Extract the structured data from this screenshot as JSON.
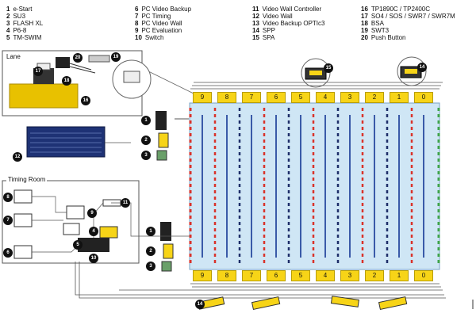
{
  "legend": [
    {
      "num": "1",
      "label": "e-Start"
    },
    {
      "num": "2",
      "label": "SU3"
    },
    {
      "num": "3",
      "label": "FLASH XL"
    },
    {
      "num": "4",
      "label": "P6-8"
    },
    {
      "num": "5",
      "label": "TM-SWIM"
    },
    {
      "num": "6",
      "label": "PC Video Backup"
    },
    {
      "num": "7",
      "label": "PC Timing"
    },
    {
      "num": "8",
      "label": "PC Video Wall"
    },
    {
      "num": "9",
      "label": "PC Evaluation"
    },
    {
      "num": "10",
      "label": "Switch"
    },
    {
      "num": "11",
      "label": "Video Wall Controller"
    },
    {
      "num": "12",
      "label": "Video Wall"
    },
    {
      "num": "13",
      "label": "Video Backup OPTIc3"
    },
    {
      "num": "14",
      "label": "SPP"
    },
    {
      "num": "15",
      "label": "SPA"
    },
    {
      "num": "16",
      "label": "TP1890C / TP2400C"
    },
    {
      "num": "17",
      "label": "SO4 / SOS / SWR7 / SWR7M"
    },
    {
      "num": "18",
      "label": "BSA"
    },
    {
      "num": "19",
      "label": "SWT3"
    },
    {
      "num": "20",
      "label": "Push Button"
    }
  ],
  "boxes": {
    "lane": "Lane",
    "timing_room": "Timing Room"
  },
  "lanes_top": [
    "9",
    "8",
    "7",
    "6",
    "5",
    "4",
    "3",
    "2",
    "1",
    "0"
  ],
  "lanes_bottom": [
    "9",
    "8",
    "7",
    "6",
    "5",
    "4",
    "3",
    "2",
    "1",
    "0"
  ],
  "badges": {
    "b20": "20",
    "b19": "19",
    "b17": "17",
    "b18": "18",
    "b16": "16",
    "b15": "15",
    "b14a": "14",
    "b12": "12",
    "b11": "11",
    "b1a": "1",
    "b2a": "2",
    "b3a": "3",
    "b1b": "1",
    "b2b": "2",
    "b3b": "3",
    "b8": "8",
    "b7": "7",
    "b9": "9",
    "b6": "6",
    "b4": "4",
    "b5": "5",
    "b10": "10",
    "b14b": "14"
  },
  "colors": {
    "accent": "#f7d417",
    "pool": "#cfe6f5",
    "lane_line": "#3a5aa8",
    "red": "#d9332b",
    "green": "#3fa34d",
    "navy": "#1f2f6a"
  }
}
